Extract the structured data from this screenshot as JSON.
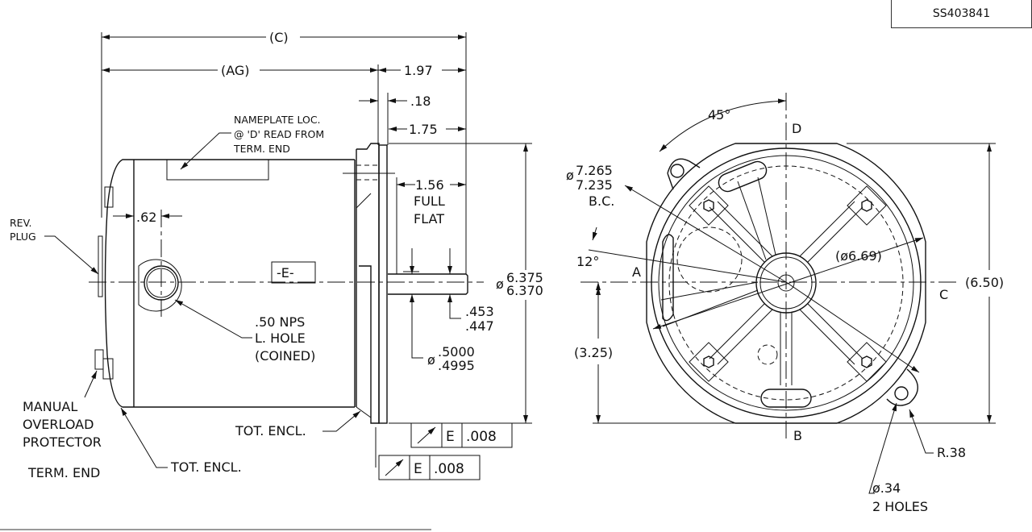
{
  "part_number": "SS403841",
  "side_view": {
    "dim_c": "(C)",
    "dim_ag": "(AG)",
    "dim_197": "1.97",
    "dim_18": ".18",
    "dim_175": "1.75",
    "dim_156": "1.56",
    "full_flat_1": "FULL",
    "full_flat_2": "FLAT",
    "dim_62": ".62",
    "nameplate_1": "NAMEPLATE LOC.",
    "nameplate_2": "@ 'D' READ FROM",
    "nameplate_3": "TERM. END",
    "rev_plug_1": "REV.",
    "rev_plug_2": "PLUG",
    "datum_e": "-E-",
    "hole_1": ".50 NPS",
    "hole_2": "L. HOLE",
    "hole_3": "(COINED)",
    "pilot_dia_prefix": "ø",
    "pilot_dia_hi": "6.375",
    "pilot_dia_lo": "6.370",
    "flat_hi": ".453",
    "flat_lo": ".447",
    "shaft_dia_prefix": "ø",
    "shaft_dia_hi": ".5000",
    "shaft_dia_lo": ".4995",
    "tol_datum": "E",
    "tol_value": ".008",
    "manual_1": "MANUAL",
    "manual_2": "OVERLOAD",
    "manual_3": "PROTECTOR",
    "term_end": "TERM. END",
    "tot_encl_1": "TOT. ENCL.",
    "tot_encl_2": "TOT. ENCL."
  },
  "end_view": {
    "angle_45": "45°",
    "angle_12": "12°",
    "label_d": "D",
    "label_a": "A",
    "label_b": "B",
    "label_c": "C",
    "bc_prefix": "ø",
    "bc_hi": "7.265",
    "bc_lo": "7.235",
    "bc_label": "B.C.",
    "dia_669": "(ø6.69)",
    "dim_650": "(6.50)",
    "dim_325": "(3.25)",
    "radius": "R.38",
    "holes_1": "ø.34",
    "holes_2": "2 HOLES"
  }
}
